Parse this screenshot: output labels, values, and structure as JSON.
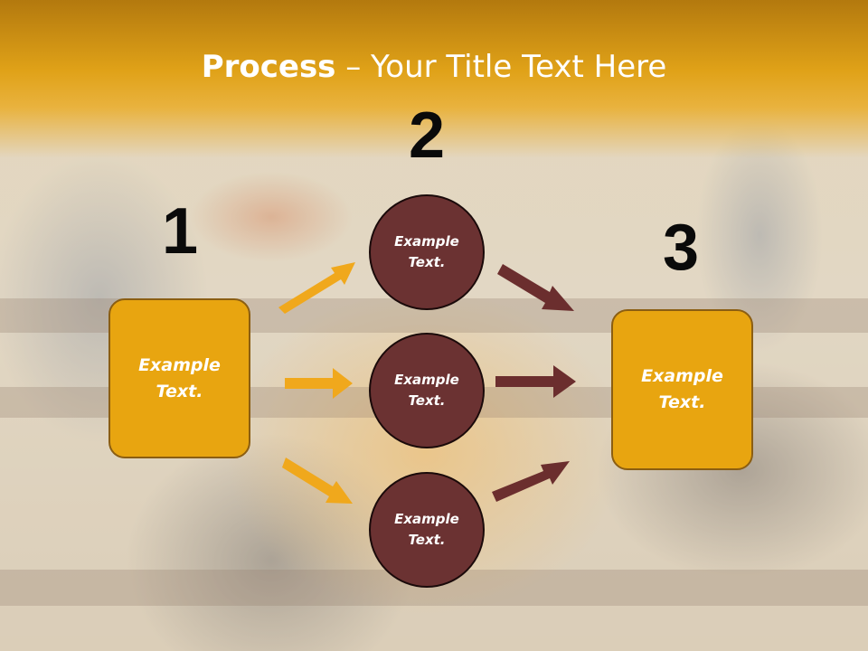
{
  "title": {
    "bold": "Process",
    "rest": " – Your Title Text Here"
  },
  "steps": [
    {
      "number": "1",
      "text": "Example Text."
    },
    {
      "number": "2",
      "text": "Example Text."
    },
    {
      "number": "3",
      "text": "Example Text."
    }
  ],
  "circles": [
    {
      "text": "Example Text."
    },
    {
      "text": "Example Text."
    },
    {
      "text": "Example Text."
    }
  ],
  "colors": {
    "header": "#e0a218",
    "box_fill": "#e8a510",
    "circle_fill": "#6b3232",
    "arrow_orange": "#f0a81c",
    "arrow_dark": "#6b2e2e"
  }
}
